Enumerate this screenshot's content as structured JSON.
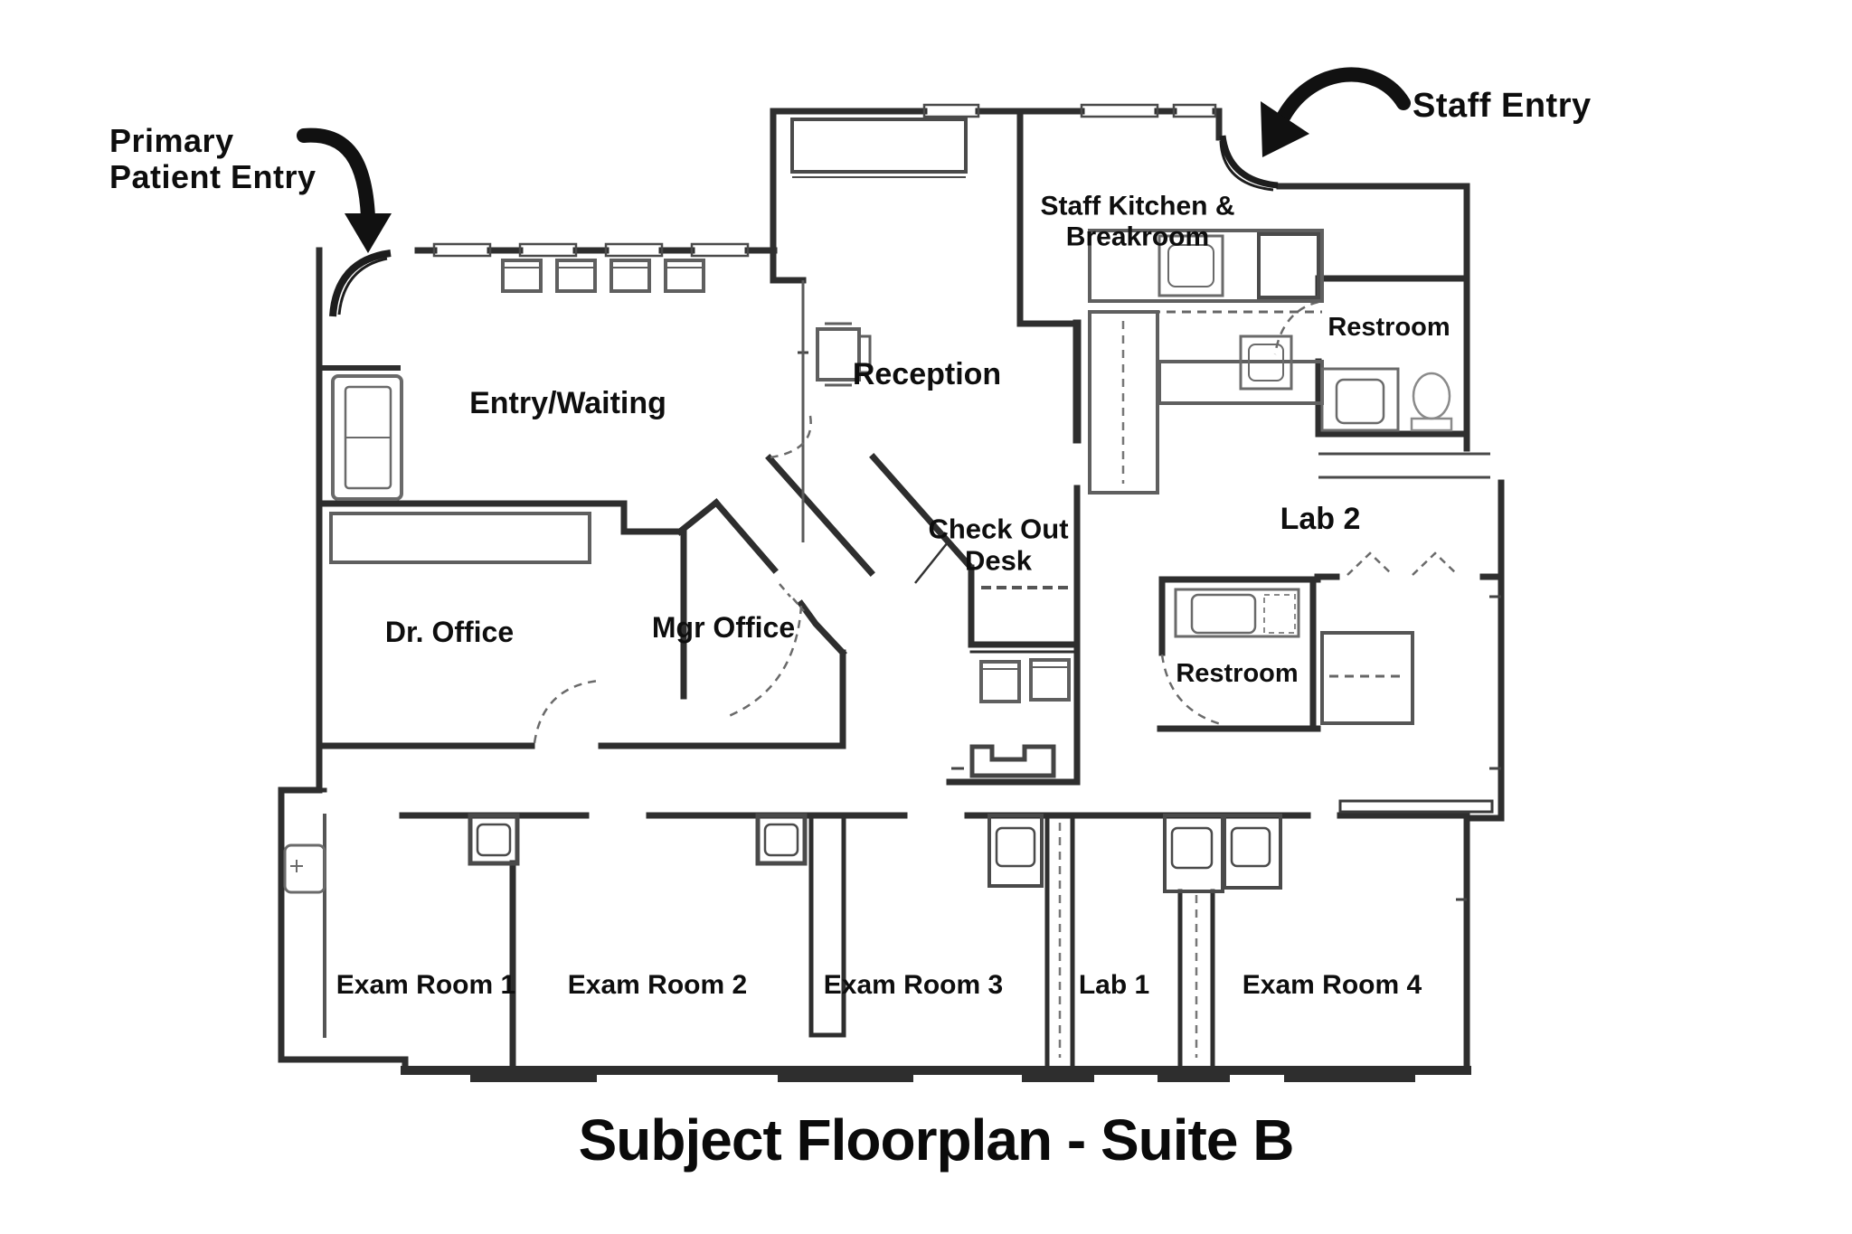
{
  "title": "Subject Floorplan - Suite B",
  "annotations": {
    "primary_patient_entry": {
      "line1": "Primary",
      "line2": "Patient Entry"
    },
    "staff_entry": {
      "label": "Staff Entry"
    }
  },
  "rooms": {
    "entry_waiting": {
      "label": "Entry/Waiting"
    },
    "reception": {
      "label": "Reception"
    },
    "staff_kitchen": {
      "line1": "Staff Kitchen &",
      "line2": "Breakroom"
    },
    "restroom_top": {
      "label": "Restroom"
    },
    "lab2": {
      "label": "Lab 2"
    },
    "checkout": {
      "line1": "Check Out",
      "line2": "Desk"
    },
    "restroom_mid": {
      "label": "Restroom"
    },
    "dr_office": {
      "label": "Dr. Office"
    },
    "mgr_office": {
      "label": "Mgr Office"
    },
    "exam1": {
      "label": "Exam Room 1"
    },
    "exam2": {
      "label": "Exam Room 2"
    },
    "exam3": {
      "label": "Exam Room 3"
    },
    "lab1": {
      "label": "Lab 1"
    },
    "exam4": {
      "label": "Exam Room 4"
    }
  },
  "colors": {
    "wall": "#2e2e2e",
    "furniture": "#6a6a6a",
    "text": "#0e0e0e",
    "arrow": "#111111",
    "background": "#ffffff"
  }
}
